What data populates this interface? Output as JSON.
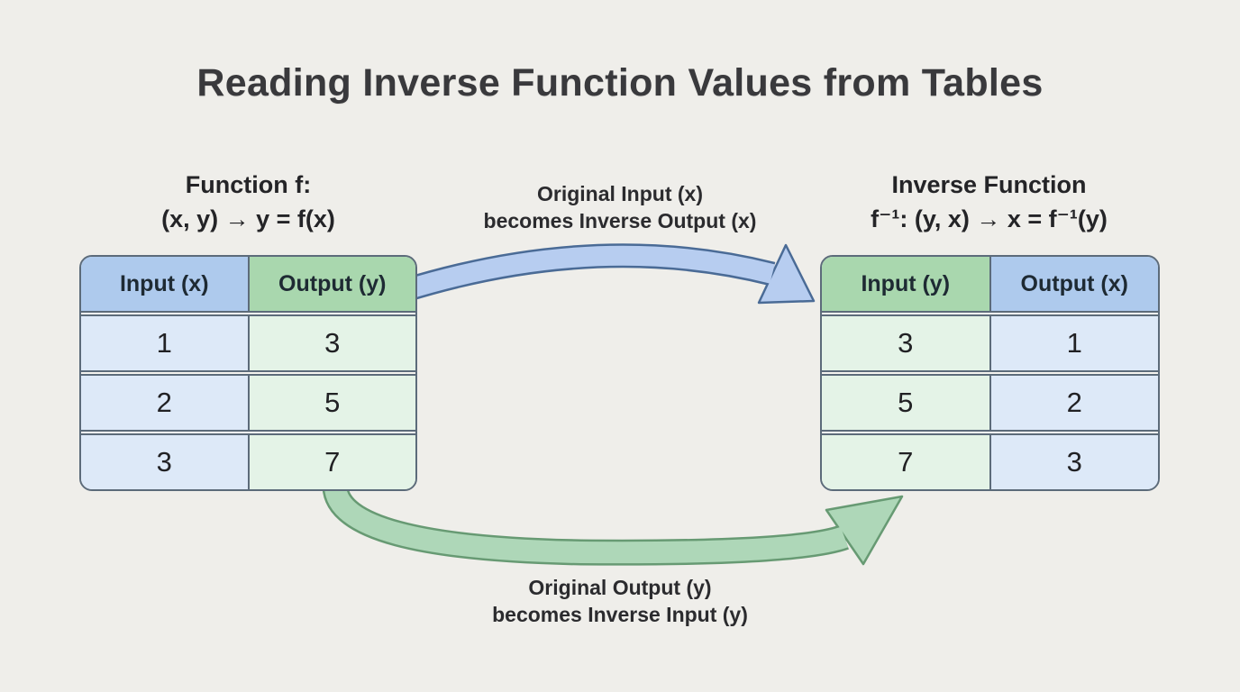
{
  "title": "Reading Inverse Function Values from Tables",
  "left_section": {
    "heading_line1": "Function f:",
    "heading_line2": "(x, y) → y = f(x)",
    "table": {
      "headers": [
        "Input (x)",
        "Output (y)"
      ],
      "rows": [
        [
          "1",
          "3"
        ],
        [
          "2",
          "5"
        ],
        [
          "3",
          "7"
        ]
      ]
    }
  },
  "right_section": {
    "heading_line1": "Inverse Function",
    "heading_line2": "f⁻¹: (y, x) → x = f⁻¹(y)",
    "table": {
      "headers": [
        "Input (y)",
        "Output (x)"
      ],
      "rows": [
        [
          "3",
          "1"
        ],
        [
          "5",
          "2"
        ],
        [
          "7",
          "3"
        ]
      ]
    }
  },
  "annotations": {
    "top_arrow_label_line1": "Original Input (x)",
    "top_arrow_label_line2": "becomes Inverse Output (x)",
    "bottom_arrow_label_line1": "Original Output (y)",
    "bottom_arrow_label_line2": "becomes Inverse Input (y)"
  },
  "colors": {
    "page_background": "#efeeea",
    "blue_header": "#aecaed",
    "green_header": "#a9d7ae",
    "blue_cell": "#dde9f8",
    "green_cell": "#e4f3e7",
    "table_border": "#5c6b7a",
    "blue_arrow_fill": "#b7cdf0",
    "blue_arrow_stroke": "#4a6b96",
    "green_arrow_fill": "#aed7b8",
    "green_arrow_stroke": "#679a73",
    "title_text": "#39393c"
  }
}
